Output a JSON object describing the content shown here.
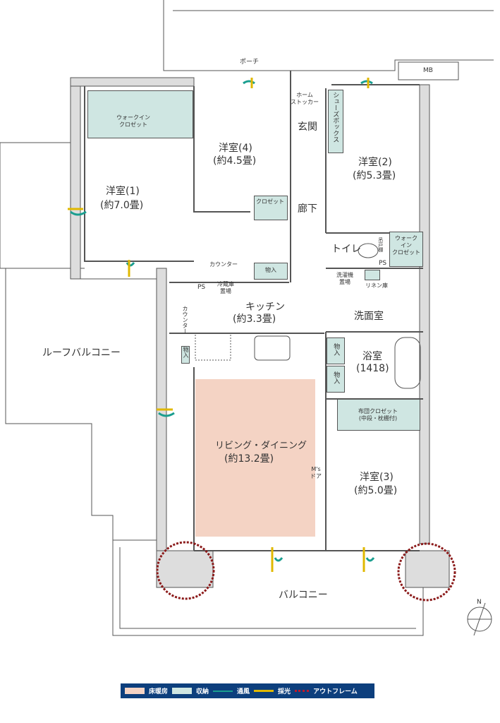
{
  "rooms": {
    "porch": "ポーチ",
    "mb": "MB",
    "walkin1": "ウォークイン\nクロゼット",
    "western1_name": "洋室(1)",
    "western1_size": "(約7.0畳)",
    "western4_name": "洋室(4)",
    "western4_size": "(約4.5畳)",
    "closet4": "クロゼット",
    "home_stocker": "ホーム\nストッカー",
    "shoes_box": "シューズボックス",
    "entrance": "玄関",
    "western2_name": "洋室(2)",
    "western2_size": "(約5.3畳)",
    "hallway": "廊下",
    "toilet": "トイレ",
    "toilet_shelf": "吊戸棚",
    "walkin2": "ウォーク\nイン\nクロゼット",
    "ps1": "PS",
    "ps2": "PS",
    "counter": "カウンター",
    "storage_hall": "物入",
    "fridge": "冷蔵庫\n置場",
    "kitchen_name": "キッチン",
    "kitchen_size": "(約3.3畳)",
    "counter_v": "カウンター",
    "storage_kitchen": "物入",
    "washer": "洗濯機\n置場",
    "linen": "リネン庫",
    "washroom": "洗面室",
    "storage_a": "物入",
    "storage_b": "物入",
    "bath_name": "浴室",
    "bath_size": "(1418)",
    "futon_closet": "布団クロゼット\n(中段・枕棚付)",
    "roof_balcony": "ルーフバルコニー",
    "living_name": "リビング・ダイニング",
    "living_size": "(約13.2畳)",
    "ms_door": "M's\nドア",
    "western3_name": "洋室(3)",
    "western3_size": "(約5.0畳)",
    "balcony": "バルコニー",
    "north": "N"
  },
  "legend": {
    "floor_heating": "床暖房",
    "storage": "収納",
    "ventilation": "通風",
    "daylight": "採光",
    "outframe": "アウトフレーム"
  },
  "colors": {
    "floor_heating": "#f4d3c4",
    "storage": "#cfe6e2",
    "ventilation": "#1a9e8f",
    "daylight": "#e0b800",
    "outframe": "#8b1a1a",
    "legend_bg": "#0d3f7d"
  }
}
